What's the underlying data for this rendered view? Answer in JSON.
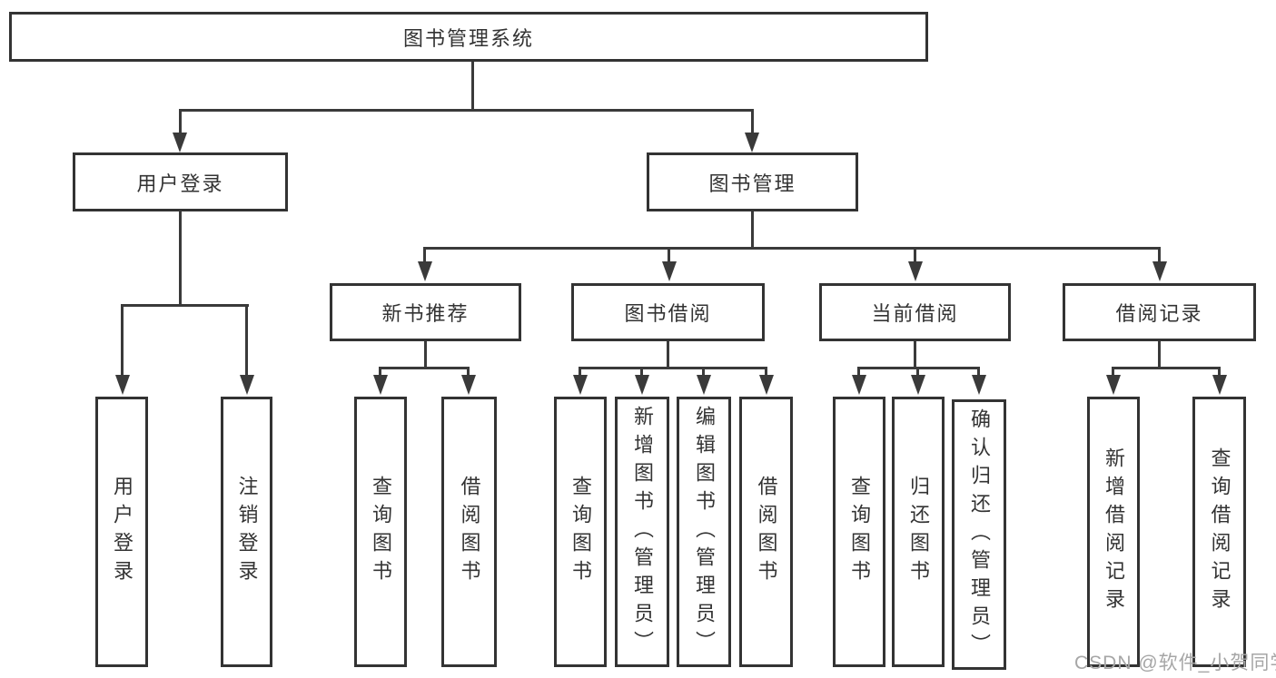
{
  "diagram": {
    "root": {
      "label": "图书管理系统"
    },
    "branches": [
      {
        "label": "用户登录",
        "children": [
          {
            "label": "用户登录"
          },
          {
            "label": "注销登录"
          }
        ]
      },
      {
        "label": "图书管理",
        "children": [
          {
            "label": "新书推荐",
            "children": [
              {
                "label": "查询图书"
              },
              {
                "label": "借阅图书"
              }
            ]
          },
          {
            "label": "图书借阅",
            "children": [
              {
                "label": "查询图书"
              },
              {
                "label": "新增图书（管理员）"
              },
              {
                "label": "编辑图书（管理员）"
              },
              {
                "label": "借阅图书"
              }
            ]
          },
          {
            "label": "当前借阅",
            "children": [
              {
                "label": "查询图书"
              },
              {
                "label": "归还图书"
              },
              {
                "label": "确认归还（管理员）"
              }
            ]
          },
          {
            "label": "借阅记录",
            "children": [
              {
                "label": "新增借阅记录"
              },
              {
                "label": "查询借阅记录"
              }
            ]
          }
        ]
      }
    ]
  },
  "watermark": {
    "text": "CSDN @软件_小贺同学"
  },
  "colors": {
    "line": "#3a3a3a",
    "text": "#333333",
    "border": "#333333",
    "background": "#ffffff",
    "watermark": "#a6a6a6"
  }
}
